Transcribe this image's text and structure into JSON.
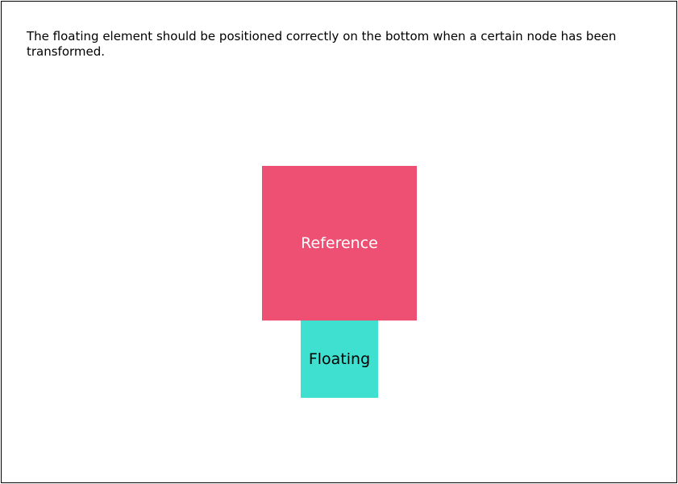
{
  "description": "The floating element should be positioned correctly on the bottom when a certain node has been transformed.",
  "reference": {
    "label": "Reference",
    "color": "#ee5073"
  },
  "floating": {
    "label": "Floating",
    "color": "#40e0d0"
  }
}
